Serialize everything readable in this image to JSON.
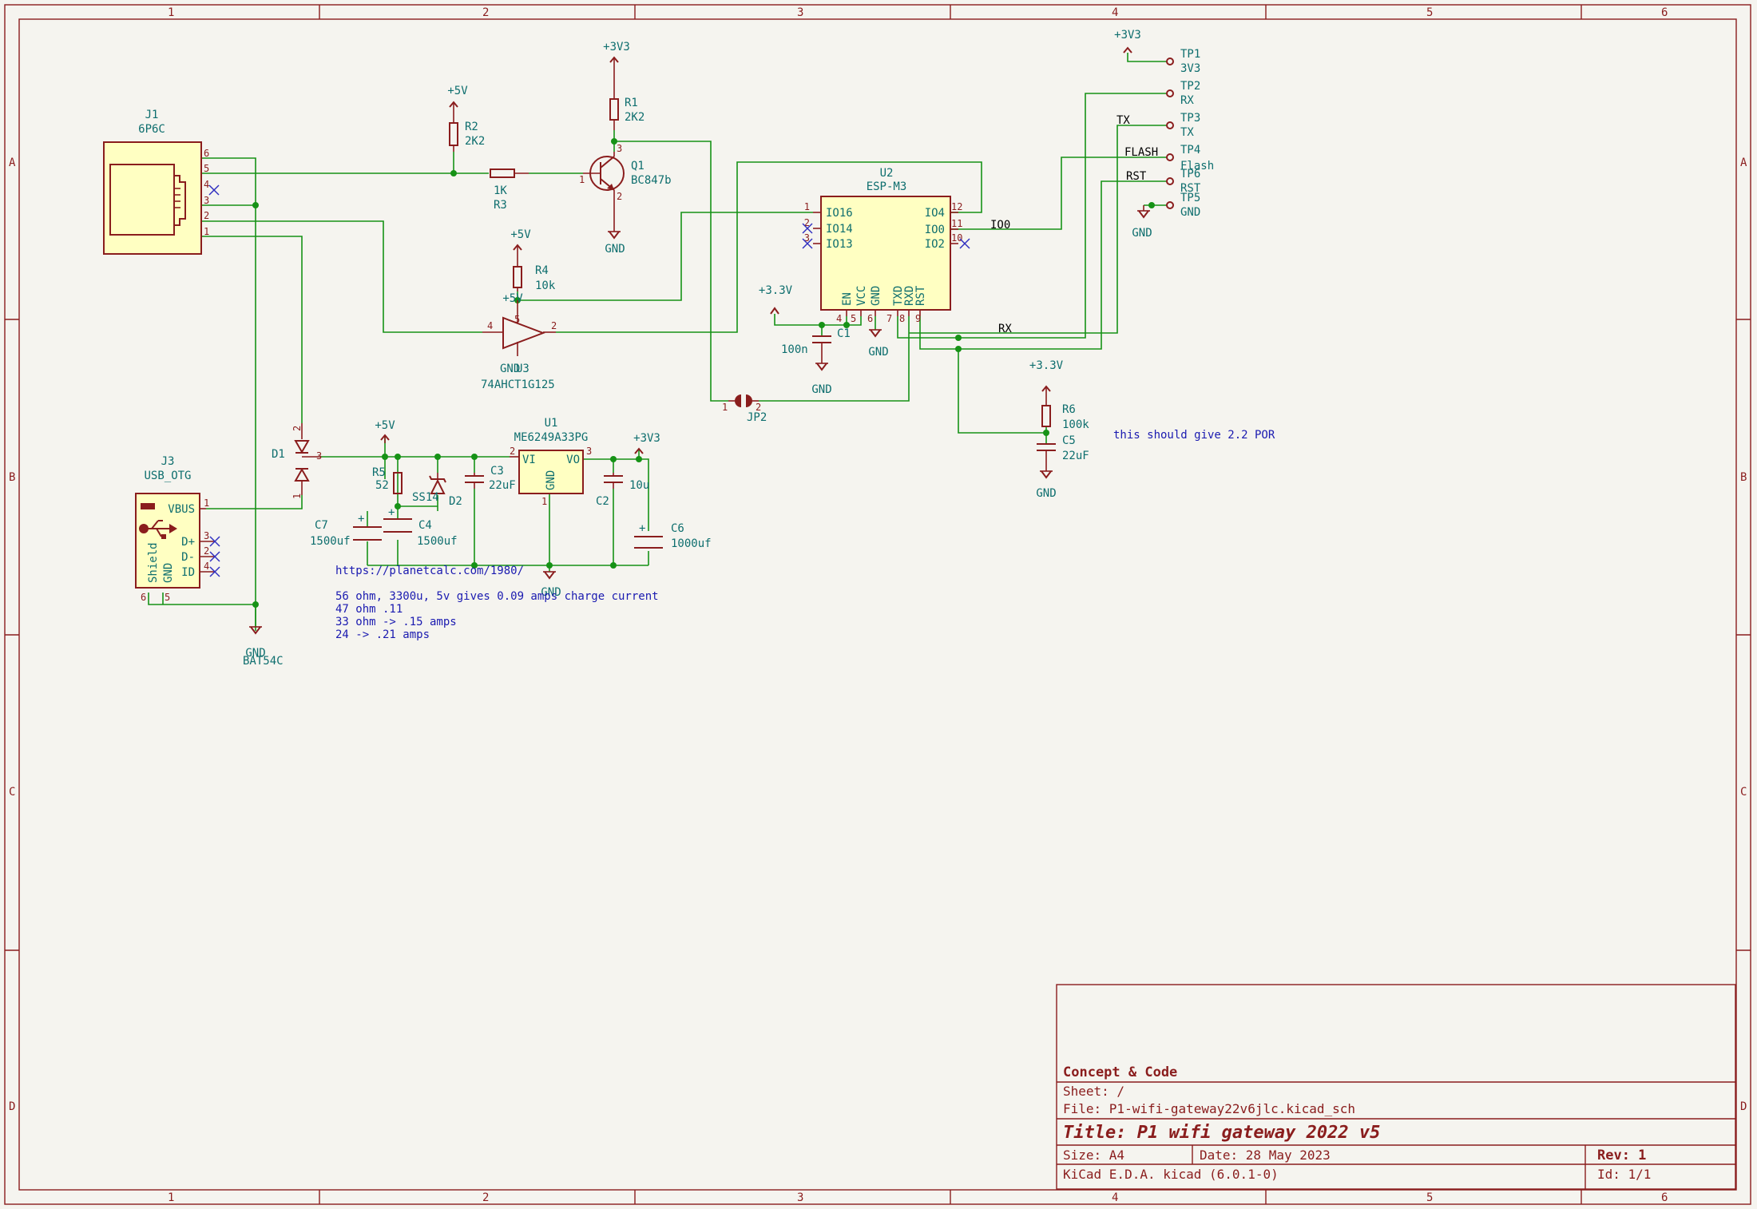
{
  "border": {
    "columns": [
      "1",
      "2",
      "3",
      "4",
      "5",
      "6"
    ],
    "rows": [
      "A",
      "B",
      "C",
      "D"
    ]
  },
  "components": {
    "J1": {
      "ref": "J1",
      "value": "6P6C",
      "pins": [
        "6",
        "5",
        "4",
        "3",
        "2",
        "1"
      ]
    },
    "R2": {
      "ref": "R2",
      "value": "2K2",
      "supply": "+5V"
    },
    "R1": {
      "ref": "R1",
      "value": "2K2",
      "supply": "+3V3"
    },
    "R3": {
      "ref": "R3",
      "value": "1K"
    },
    "Q1": {
      "ref": "Q1",
      "value": "BC847b",
      "pins": [
        "1",
        "2",
        "3"
      ],
      "gnd": "GND"
    },
    "R4": {
      "ref": "R4",
      "value": "10k",
      "supply": "+5V"
    },
    "U3": {
      "ref": "U3",
      "value": "74AHCT1G125",
      "pins": [
        "4",
        "2",
        "5"
      ],
      "supply": "+5V",
      "gnd": "GND"
    },
    "U2": {
      "ref": "U2",
      "value": "ESP-M3",
      "left_pins": [
        {
          "num": "1",
          "name": "IO16"
        },
        {
          "num": "2",
          "name": "IO14"
        },
        {
          "num": "3",
          "name": "IO13"
        }
      ],
      "right_pins": [
        {
          "num": "12",
          "name": "IO4"
        },
        {
          "num": "11",
          "name": "IO0"
        },
        {
          "num": "10",
          "name": "IO2"
        }
      ],
      "bottom_pins": [
        {
          "num": "4",
          "name": "EN"
        },
        {
          "num": "5",
          "name": "VCC"
        },
        {
          "num": "6",
          "name": "GND"
        },
        {
          "num": "7",
          "name": "TXD"
        },
        {
          "num": "8",
          "name": "RXD"
        },
        {
          "num": "9",
          "name": "RST"
        }
      ],
      "supply": "+3.3V",
      "gnd": "GND"
    },
    "C1": {
      "ref": "C1",
      "value": "100n",
      "gnd": "GND"
    },
    "JP2": {
      "ref": "JP2",
      "pins": [
        "1",
        "2"
      ]
    },
    "R6": {
      "ref": "R6",
      "value": "100k",
      "supply": "+3.3V"
    },
    "C5": {
      "ref": "C5",
      "value": "22uF",
      "gnd": "GND"
    },
    "D1": {
      "ref": "D1",
      "value": "BAT54C",
      "pins": [
        "2",
        "3",
        "1"
      ]
    },
    "J3": {
      "ref": "J3",
      "value": "USB_OTG",
      "pins": [
        "VBUS",
        "D+",
        "D-",
        "ID",
        "GND",
        "Shield"
      ],
      "pinnums": [
        "1",
        "3",
        "2",
        "4",
        "5",
        "6"
      ]
    },
    "R5": {
      "ref": "R5",
      "value": "52"
    },
    "D2": {
      "ref": "D2",
      "value": "SS14"
    },
    "C3": {
      "ref": "C3",
      "value": "22uF"
    },
    "C7": {
      "ref": "C7",
      "value": "1500uf"
    },
    "C4": {
      "ref": "C4",
      "value": "1500uf"
    },
    "U1": {
      "ref": "U1",
      "value": "ME6249A33PG",
      "pins": [
        {
          "num": "2",
          "name": "VI"
        },
        {
          "num": "3",
          "name": "VO"
        },
        {
          "num": "1",
          "name": "GND"
        }
      ]
    },
    "C2": {
      "ref": "C2",
      "value": "10u"
    },
    "C6": {
      "ref": "C6",
      "value": "1000uf"
    },
    "supply_5v": "+5V",
    "supply_3v3": "+3V3",
    "gnd": "GND"
  },
  "testpoints": [
    {
      "ref": "TP1",
      "value": "3V3",
      "supply": "+3V3"
    },
    {
      "ref": "TP2",
      "value": "RX"
    },
    {
      "ref": "TP3",
      "value": "TX",
      "net": "TX"
    },
    {
      "ref": "TP4",
      "value": "Flash",
      "net": "FLASH"
    },
    {
      "ref": "TP6",
      "value": "RST",
      "net": "RST"
    },
    {
      "ref": "TP5",
      "value": "GND",
      "gnd": "GND"
    }
  ],
  "net_labels": {
    "io0": "IO0",
    "rx": "RX"
  },
  "notes": {
    "por": "this should give 2.2 POR",
    "link": "https://planetcalc.com/1980/",
    "calc": [
      "56 ohm, 3300u, 5v gives 0.09 amps charge current",
      "47 ohm .11",
      "33 ohm -> .15 amps",
      "24 -> .21 amps"
    ]
  },
  "title_block": {
    "company": "Concept & Code",
    "sheet": "Sheet: /",
    "file": "File: P1-wifi-gateway22v6jlc.kicad_sch",
    "title": "Title: P1 wifi gateway 2022 v5",
    "size": "Size: A4",
    "date": "Date: 28 May 2023",
    "rev": "Rev: 1",
    "tool": "KiCad E.D.A.  kicad (6.0.1-0)",
    "id": "Id: 1/1"
  }
}
